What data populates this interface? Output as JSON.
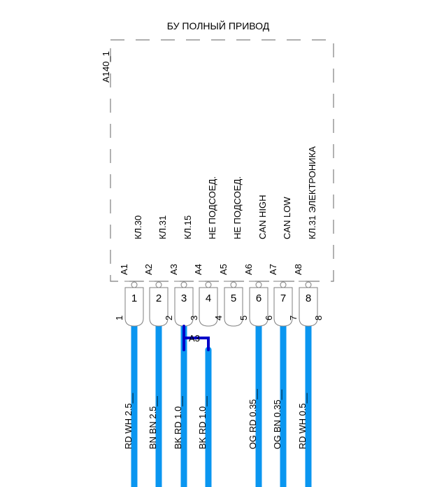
{
  "title": "БУ ПОЛНЫЙ ПРИВОД",
  "component_id": "A140_1",
  "pins": [
    {
      "num": "1",
      "pin_label": "A1",
      "name": "КЛ.30",
      "side": "1",
      "wire": "RD WH 2.5__"
    },
    {
      "num": "2",
      "pin_label": "A2",
      "name": "КЛ.31",
      "side": "2",
      "wire": "BN BN 2.5__"
    },
    {
      "num": "3",
      "pin_label": "A3",
      "name": "КЛ.15",
      "side": "3",
      "wire": "BK RD 1.0__"
    },
    {
      "num": "4",
      "pin_label": "A4",
      "name": "НЕ ПОДСОЕД.",
      "side": "4",
      "wire": "BK RD 1.0__"
    },
    {
      "num": "5",
      "pin_label": "A5",
      "name": "НЕ ПОДСОЕД.",
      "side": "5",
      "wire": ""
    },
    {
      "num": "6",
      "pin_label": "A6",
      "name": "CAN HIGH",
      "side": "6",
      "wire": "OG RD 0.35__"
    },
    {
      "num": "7",
      "pin_label": "A7",
      "name": "CAN LOW",
      "side": "7",
      "wire": "OG BN 0.35__"
    },
    {
      "num": "8",
      "pin_label": "A8",
      "name": "КЛ.31 ЭЛЕКТРОНИКА",
      "side": "8",
      "wire": "RD WH 0.5__"
    }
  ],
  "splice_label": "A3",
  "colors": {
    "wire": "#0a96f0",
    "splice": "#0000c8",
    "border": "#7f7f7f"
  }
}
